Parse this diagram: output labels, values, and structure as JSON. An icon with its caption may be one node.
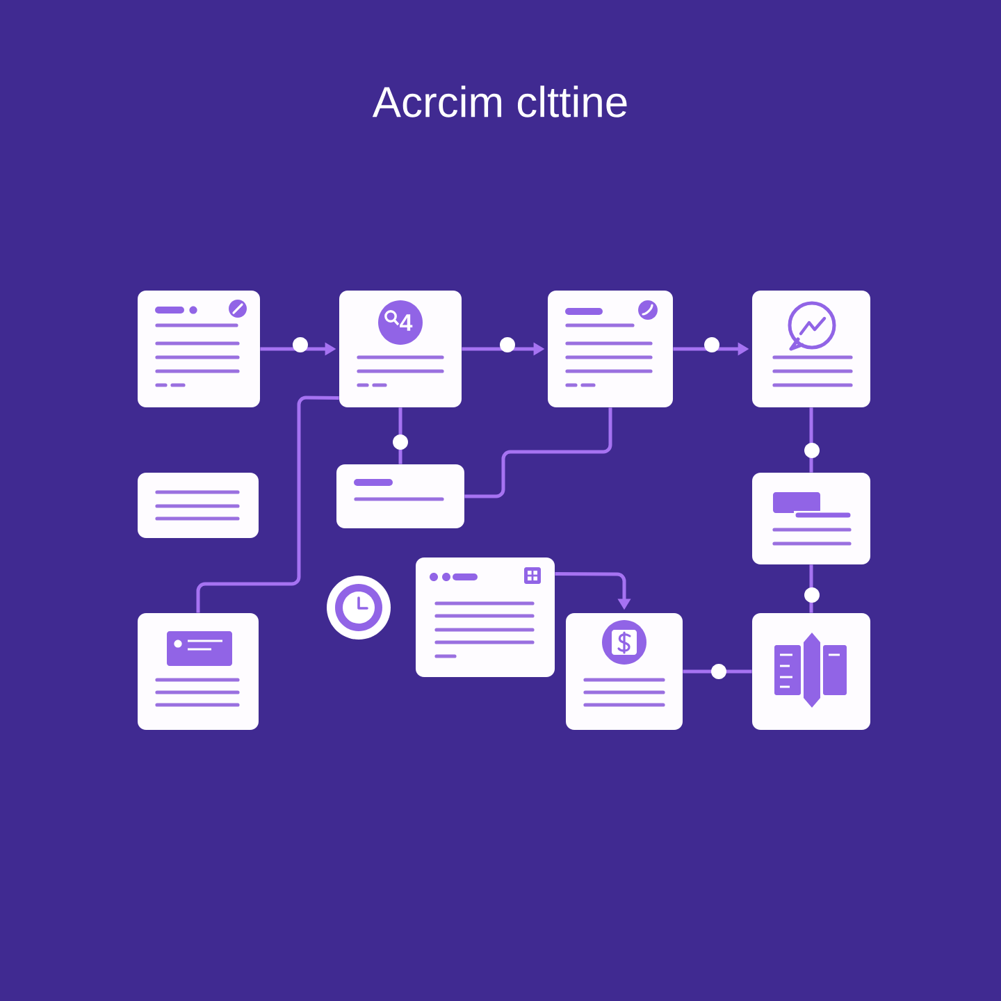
{
  "diagram": {
    "title": "Acrcim clttine",
    "nodes": [
      {
        "text": [],
        "shape": "box"
      },
      {
        "text": [
          "4"
        ]
      },
      {
        "text": [],
        "shape": "box"
      },
      {
        "text": [],
        "shape": "box"
      },
      {
        "text": [],
        "shape": "box"
      },
      {
        "text": [],
        "shape": "box"
      },
      {
        "text": [],
        "shape": "box"
      },
      {
        "text": [],
        "shape": "box"
      },
      {
        "text": [],
        "shape": "box"
      },
      {
        "text": [],
        "shape": "box"
      },
      {
        "text": [],
        "shape": "box"
      }
    ],
    "edges": [
      {
        "from": 0,
        "to": 1,
        "arrow": "to"
      },
      {
        "from": 1,
        "to": 2,
        "arrow": "to"
      },
      {
        "from": 2,
        "to": 3,
        "arrow": "to"
      },
      {
        "from": 1,
        "to": 5,
        "arrow": "none"
      },
      {
        "from": 2,
        "to": 5,
        "arrow": "none"
      },
      {
        "from": 1,
        "to": 7,
        "arrow": "none"
      },
      {
        "from": 3,
        "to": 6,
        "arrow": "none"
      },
      {
        "from": 6,
        "to": 10,
        "arrow": "none"
      },
      {
        "from": 8,
        "to": 9,
        "arrow": "to"
      },
      {
        "from": 9,
        "to": 10,
        "arrow": "none"
      }
    ]
  }
}
